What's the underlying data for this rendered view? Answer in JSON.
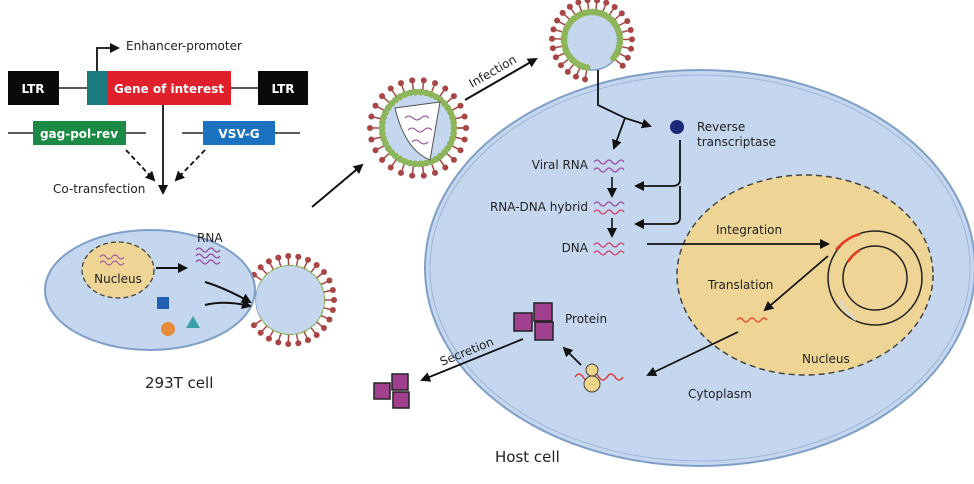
{
  "construct": {
    "ltr_left": "LTR",
    "ltr_right": "LTR",
    "promoter_label": "Enhancer-promoter",
    "gene_label": "Gene of interest",
    "packaging_label": "gag-pol-rev",
    "envelope_label": "VSV-G",
    "cotransfection_label": "Co-transfection"
  },
  "producer_cell": {
    "nucleus_label": "Nucleus",
    "rna_label": "RNA",
    "cell_label": "293T cell"
  },
  "infection_label": "Infection",
  "host_cell": {
    "reverse_transcriptase_label": "Reverse transcriptase",
    "reverse_label_line1": "Reverse",
    "reverse_label_line2": "transcriptase",
    "viral_rna_label": "Viral RNA",
    "hybrid_label": "RNA-DNA hybrid",
    "dna_label": "DNA",
    "integration_label": "Integration",
    "translation_label": "Translation",
    "nucleus_label": "Nucleus",
    "protein_label": "Protein",
    "secretion_label": "Secretion",
    "cytoplasm_label": "Cytoplasm",
    "cell_label": "Host cell"
  },
  "colors": {
    "ltr": "#0a0a0a",
    "promoter": "#1b7a7e",
    "gene": "#e0202a",
    "packaging": "#1a8a45",
    "envelope": "#1a72c0",
    "cell_fill": "#c5d7ee",
    "cell_border": "#7f9fc8",
    "nucleus_fill": "#efd595",
    "spike": "#a84646",
    "bead": "#8db55a",
    "protein": "#a0408e",
    "rt": "#1a2a78"
  }
}
